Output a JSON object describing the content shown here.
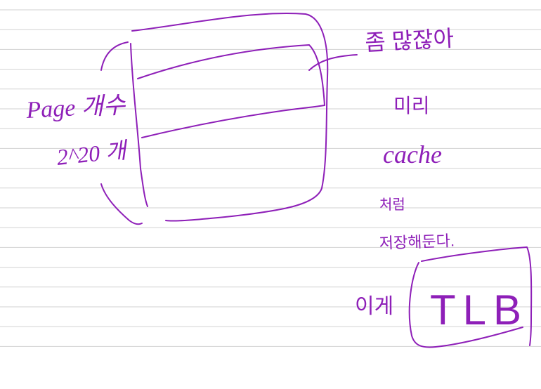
{
  "note": {
    "ink_color": "#8e1fb8",
    "rule_color": "#d2d2d2",
    "page_color": "#ffffff",
    "handwriting": {
      "left_label_line1": "Page 개수",
      "left_label_line2": "2^20 개",
      "right_line1": "좀 많잖아",
      "right_line2": "미리",
      "right_line3": "cache",
      "right_line4": "처럼",
      "right_line5": "저장해둔다.",
      "bottom_prefix": "이게",
      "bottom_boxed": "TLB"
    }
  }
}
